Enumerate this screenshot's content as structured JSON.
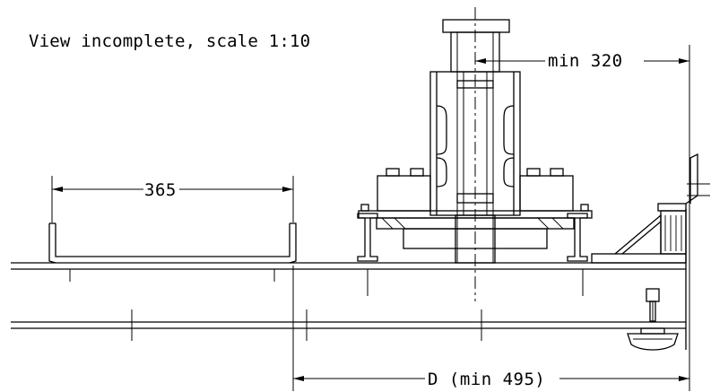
{
  "drawing": {
    "note": "View incomplete, scale 1:10",
    "dimensions": {
      "width_label": "365",
      "offset_label": "min 320",
      "distance_label": "D (min 495)"
    }
  }
}
